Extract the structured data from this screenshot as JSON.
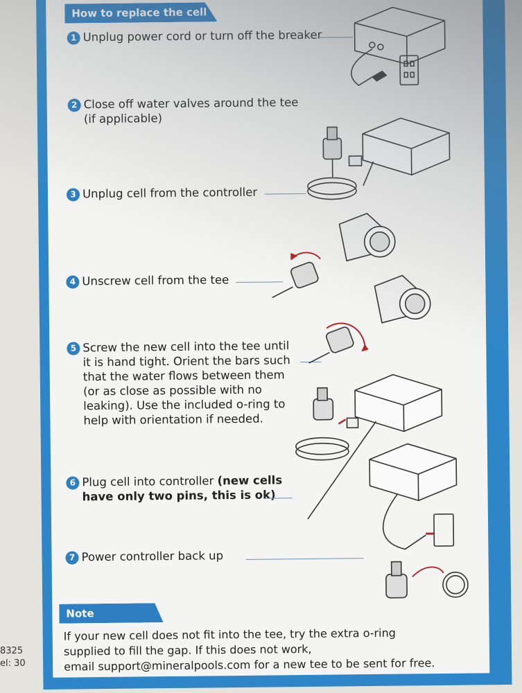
{
  "header": {
    "title": "How to replace the cell"
  },
  "steps": [
    {
      "number": "1",
      "lines": [
        "Unplug power cord or turn off the breaker"
      ]
    },
    {
      "number": "2",
      "lines": [
        "Close off water valves around the tee",
        "(if applicable)"
      ]
    },
    {
      "number": "3",
      "lines": [
        "Unplug cell from the controller"
      ]
    },
    {
      "number": "4",
      "lines": [
        "Unscrew cell from the tee"
      ]
    },
    {
      "number": "5",
      "lines": [
        "Screw the new cell into the tee until",
        "it is hand tight. Orient the bars such",
        "that the water flows between them",
        "(or as close as possible with no",
        "leaking). Use the included o-ring to",
        "help with orientation if needed."
      ]
    },
    {
      "number": "6",
      "plain": "Plug cell into controller ",
      "bold1": "(new cells",
      "bold2": "have only two pins, this is ok)"
    },
    {
      "number": "7",
      "lines": [
        "Power controller back up"
      ]
    }
  ],
  "note": {
    "title": "Note",
    "lines": [
      "If your new cell does not fit into the tee, try the extra o-ring",
      "supplied to fill the gap. If this does not work,",
      "email support@mineralpools.com for a new tee to be sent for free."
    ]
  },
  "edge_labels": [
    "8325",
    "el: 30"
  ],
  "colors": {
    "accent": "#2d7fc2",
    "border": "#2e86c8",
    "panel": "#f4f4f2",
    "arrow": "#b3262a"
  }
}
